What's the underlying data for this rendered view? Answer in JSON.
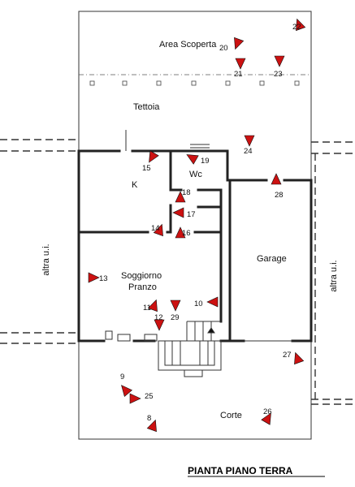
{
  "labels": {
    "area_scoperta": "Area Scoperta",
    "tettoia": "Tettoia",
    "k": "K",
    "wc": "Wc",
    "soggiorno": "Soggiorno",
    "pranzo": "Pranzo",
    "garage": "Garage",
    "altra_ui": "altra u.i.",
    "corte": "Corte",
    "title": "PIANTA PIANO TERRA"
  },
  "colors": {
    "marker": "#cc1111",
    "wall": "#222222"
  },
  "markers": [
    {
      "n": "22"
    },
    {
      "n": "20"
    },
    {
      "n": "21"
    },
    {
      "n": "23"
    },
    {
      "n": "24"
    },
    {
      "n": "15"
    },
    {
      "n": "19"
    },
    {
      "n": "28"
    },
    {
      "n": "18"
    },
    {
      "n": "17"
    },
    {
      "n": "14"
    },
    {
      "n": "16"
    },
    {
      "n": "13"
    },
    {
      "n": "11"
    },
    {
      "n": "29"
    },
    {
      "n": "10"
    },
    {
      "n": "12"
    },
    {
      "n": "27"
    },
    {
      "n": "9"
    },
    {
      "n": "25"
    },
    {
      "n": "8"
    },
    {
      "n": "26"
    }
  ]
}
